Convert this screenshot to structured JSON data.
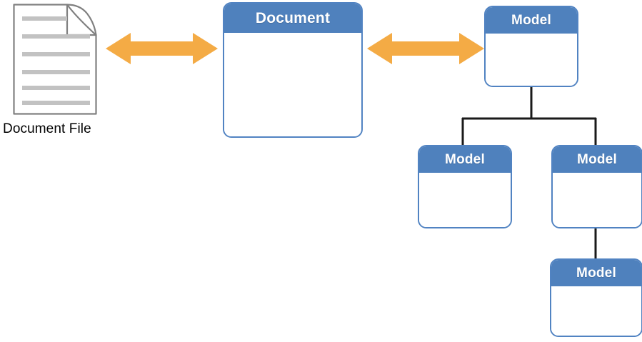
{
  "diagram": {
    "title": "Document File to Document to Model relationship diagram",
    "colors": {
      "node_header_blue": "#4F81BD",
      "node_border_blue": "#5183C2",
      "arrow_orange": "#F4AB45",
      "connector_black": "#1A1A1A",
      "doc_outline_gray": "#808080",
      "doc_line_gray": "#C0C0C0",
      "background": "#FFFFFF",
      "label_text": "#000000",
      "header_text": "#FFFFFF"
    }
  },
  "document_file": {
    "icon_name": "document-file-icon",
    "label": "Document File",
    "line_count": 6
  },
  "arrows": [
    {
      "name": "arrow-file-document",
      "style": "double-headed",
      "direction": "bidirectional",
      "color": "#F4AB45"
    },
    {
      "name": "arrow-document-model",
      "style": "double-headed",
      "direction": "bidirectional",
      "color": "#F4AB45"
    }
  ],
  "nodes": {
    "document": {
      "title": "Document",
      "body": ""
    },
    "model_root": {
      "title": "Model",
      "body": ""
    },
    "model_child_1": {
      "title": "Model",
      "body": ""
    },
    "model_child_2": {
      "title": "Model",
      "body": ""
    },
    "model_grandchild": {
      "title": "Model",
      "body": ""
    }
  },
  "connectors": [
    {
      "name": "connector-root-to-branch",
      "from": "model_root",
      "to": "branch-bus"
    },
    {
      "name": "connector-branch-to-child-1",
      "from": "branch-bus",
      "to": "model_child_1"
    },
    {
      "name": "connector-branch-to-child-2",
      "from": "branch-bus",
      "to": "model_child_2"
    },
    {
      "name": "connector-child-2-to-grandchild",
      "from": "model_child_2",
      "to": "model_grandchild"
    }
  ]
}
